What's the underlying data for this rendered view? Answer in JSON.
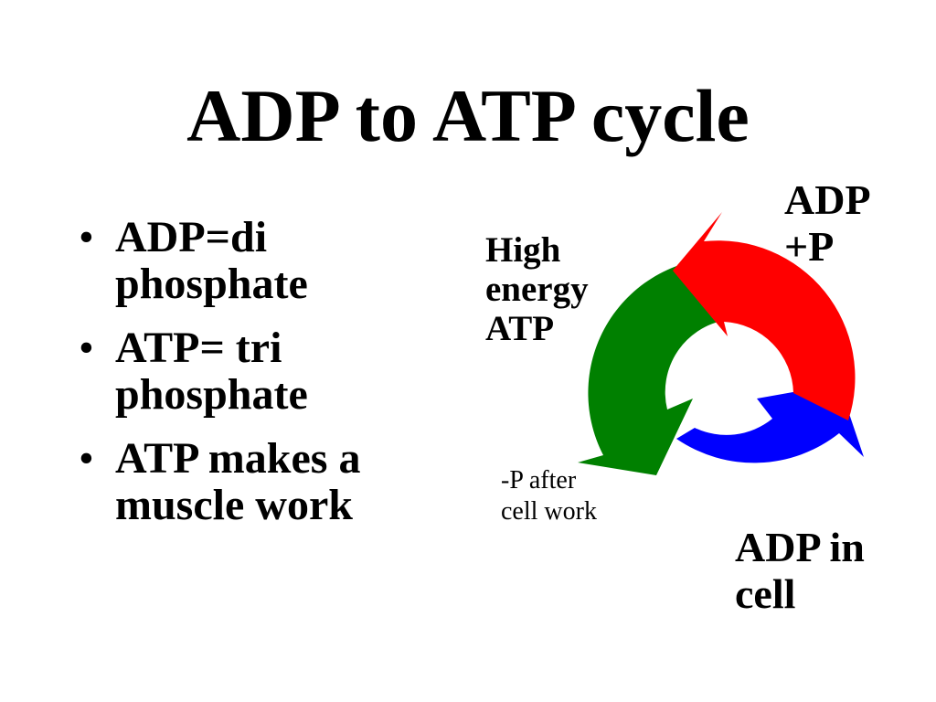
{
  "slide": {
    "title": "ADP to ATP cycle",
    "bullets": [
      {
        "line1": "ADP=di",
        "line2": "phosphate"
      },
      {
        "line1": "ATP= tri",
        "line2": "phosphate"
      },
      {
        "line1": "ATP makes a",
        "line2": "muscle work"
      }
    ],
    "bullet_glyph": "•"
  },
  "diagram": {
    "arrow_colors": {
      "top": "#ff0000",
      "bottom": "#0000ff",
      "left": "#008000"
    },
    "labels": {
      "high_energy": [
        "High",
        "energy",
        "ATP"
      ],
      "adp_p": [
        "ADP",
        "+P"
      ],
      "adp_in_cell": [
        "ADP in",
        "cell"
      ],
      "p_after": [
        "-P after",
        "cell work"
      ]
    }
  }
}
